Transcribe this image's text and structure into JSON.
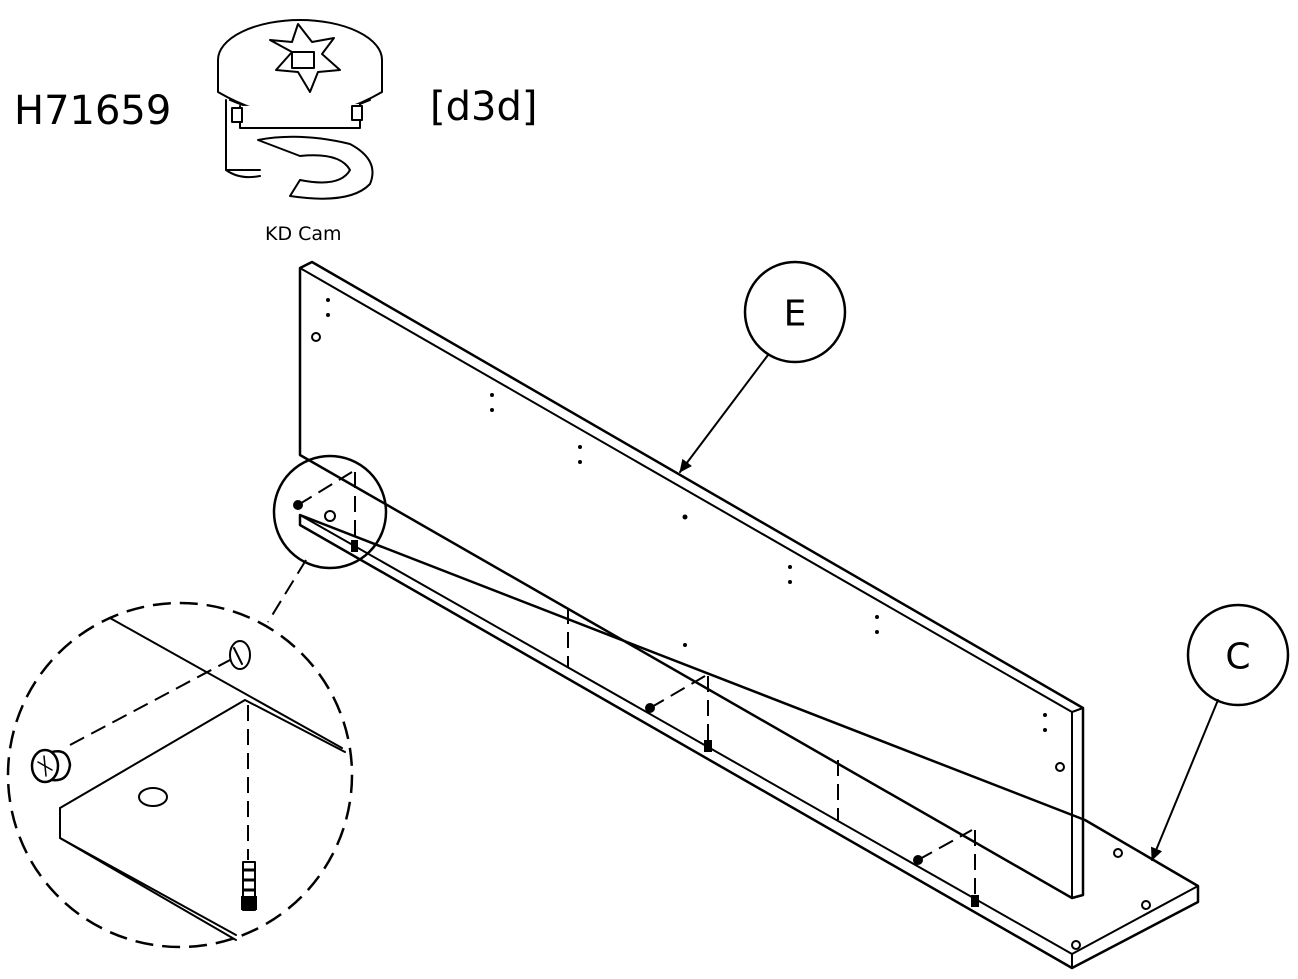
{
  "part": {
    "code": "H71659",
    "quantity": "[d3d]",
    "name": "KD Cam",
    "icon": "kd-cam-fitting"
  },
  "callouts": {
    "board_e": "E",
    "board_c": "C"
  }
}
